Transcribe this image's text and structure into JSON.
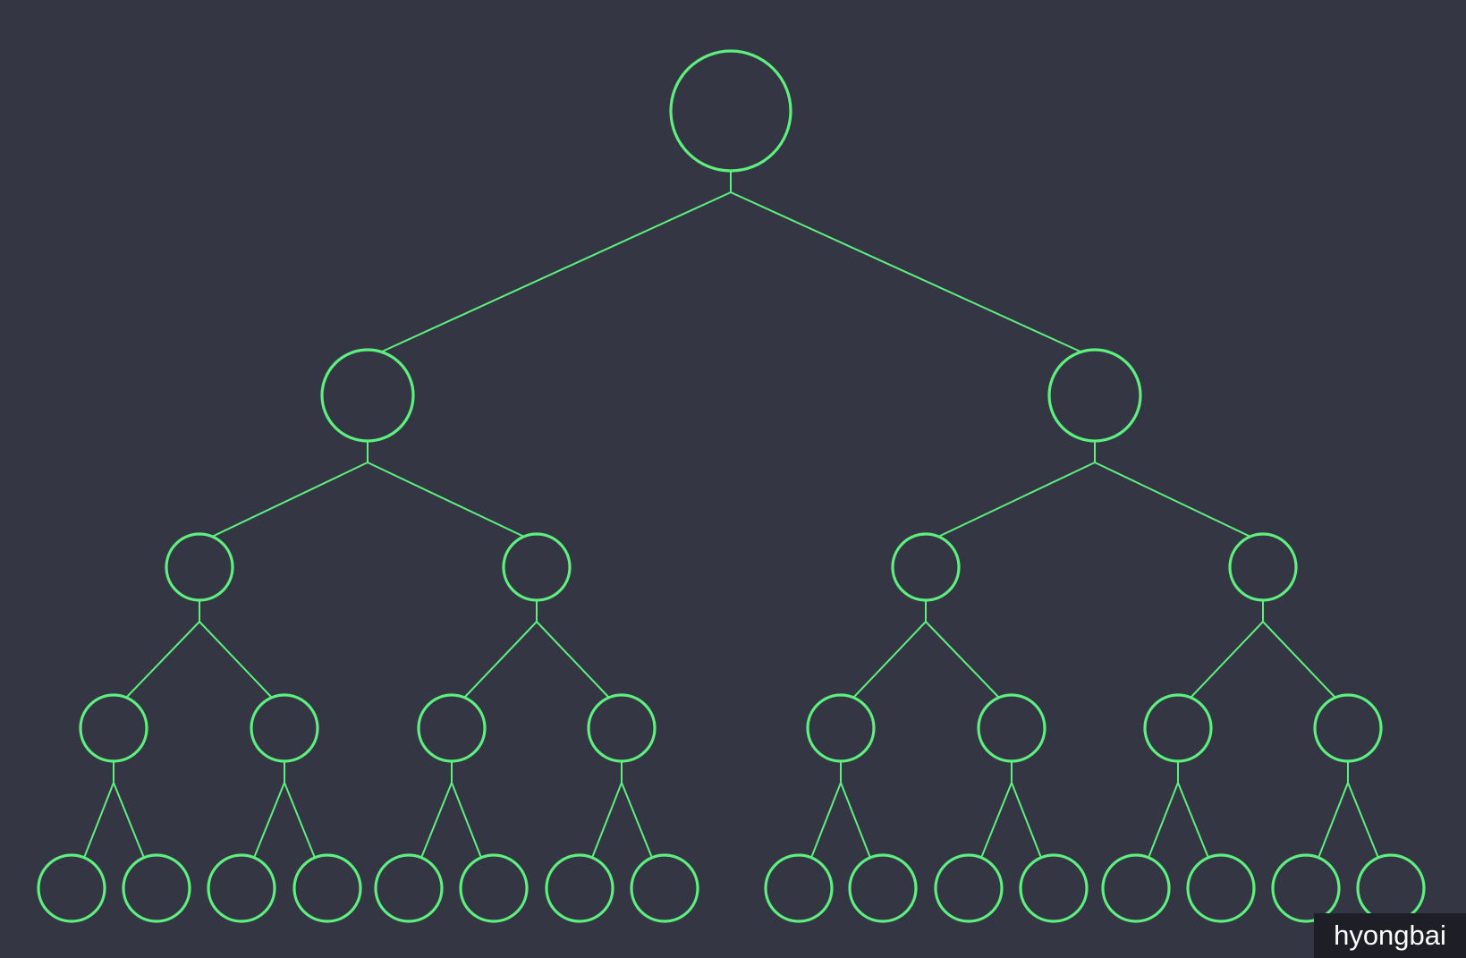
{
  "colors": {
    "background": "#343644",
    "node_stroke": "#5df07e",
    "edge_stroke": "#5df07e"
  },
  "diagram": {
    "type": "binary-tree",
    "levels": 5,
    "nodes_per_level": [
      1,
      2,
      4,
      8,
      16
    ],
    "labels": []
  },
  "watermark": {
    "text": "hyongbai"
  }
}
